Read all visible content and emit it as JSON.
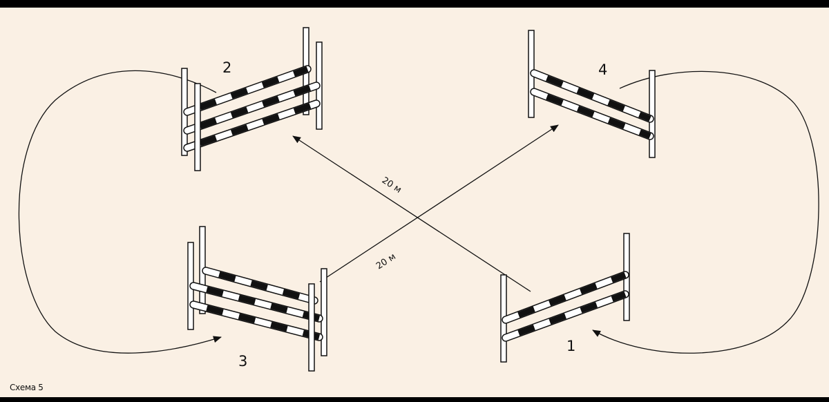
{
  "colors": {
    "background": "#faf0e4",
    "frame": "#000000",
    "ink": "#111111",
    "pole_fill": "#ffffff"
  },
  "caption": "Схема 5",
  "obstacles": [
    {
      "number": "1",
      "poles": 2
    },
    {
      "number": "2",
      "poles": 3
    },
    {
      "number": "3",
      "poles": 3
    },
    {
      "number": "4",
      "poles": 2
    }
  ],
  "distances": [
    {
      "from": "1",
      "to": "2",
      "label": "20 м"
    },
    {
      "from": "3",
      "to": "4",
      "label": "20 м"
    }
  ]
}
